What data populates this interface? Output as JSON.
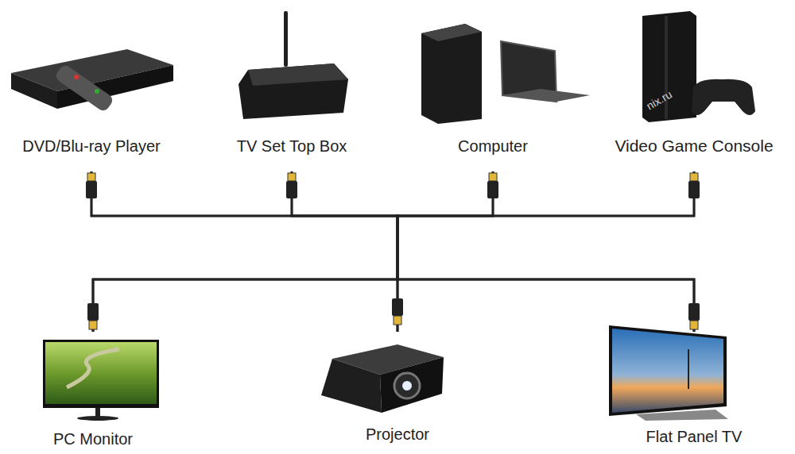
{
  "diagram": {
    "nodes": [
      {
        "text": [
          "DVD/Blu-ray Player"
        ]
      },
      {
        "text": [
          "TV Set Top Box"
        ]
      },
      {
        "text": [
          "Computer"
        ]
      },
      {
        "text": [
          "Video Game Console"
        ]
      },
      {
        "text": [
          "PC Monitor"
        ]
      },
      {
        "text": [
          "Projector"
        ]
      },
      {
        "text": [
          "Flat Panel TV"
        ]
      }
    ],
    "edges": [
      {
        "from": 0,
        "to": 4,
        "arrow": "none"
      },
      {
        "from": 0,
        "to": 5,
        "arrow": "none"
      },
      {
        "from": 0,
        "to": 6,
        "arrow": "none"
      },
      {
        "from": 1,
        "to": 4,
        "arrow": "none"
      },
      {
        "from": 1,
        "to": 5,
        "arrow": "none"
      },
      {
        "from": 1,
        "to": 6,
        "arrow": "none"
      },
      {
        "from": 2,
        "to": 4,
        "arrow": "none"
      },
      {
        "from": 2,
        "to": 5,
        "arrow": "none"
      },
      {
        "from": 2,
        "to": 6,
        "arrow": "none"
      },
      {
        "from": 3,
        "to": 4,
        "arrow": "none"
      },
      {
        "from": 3,
        "to": 5,
        "arrow": "none"
      },
      {
        "from": 3,
        "to": 6,
        "arrow": "none"
      }
    ],
    "labels": [
      "nix.ru"
    ]
  }
}
